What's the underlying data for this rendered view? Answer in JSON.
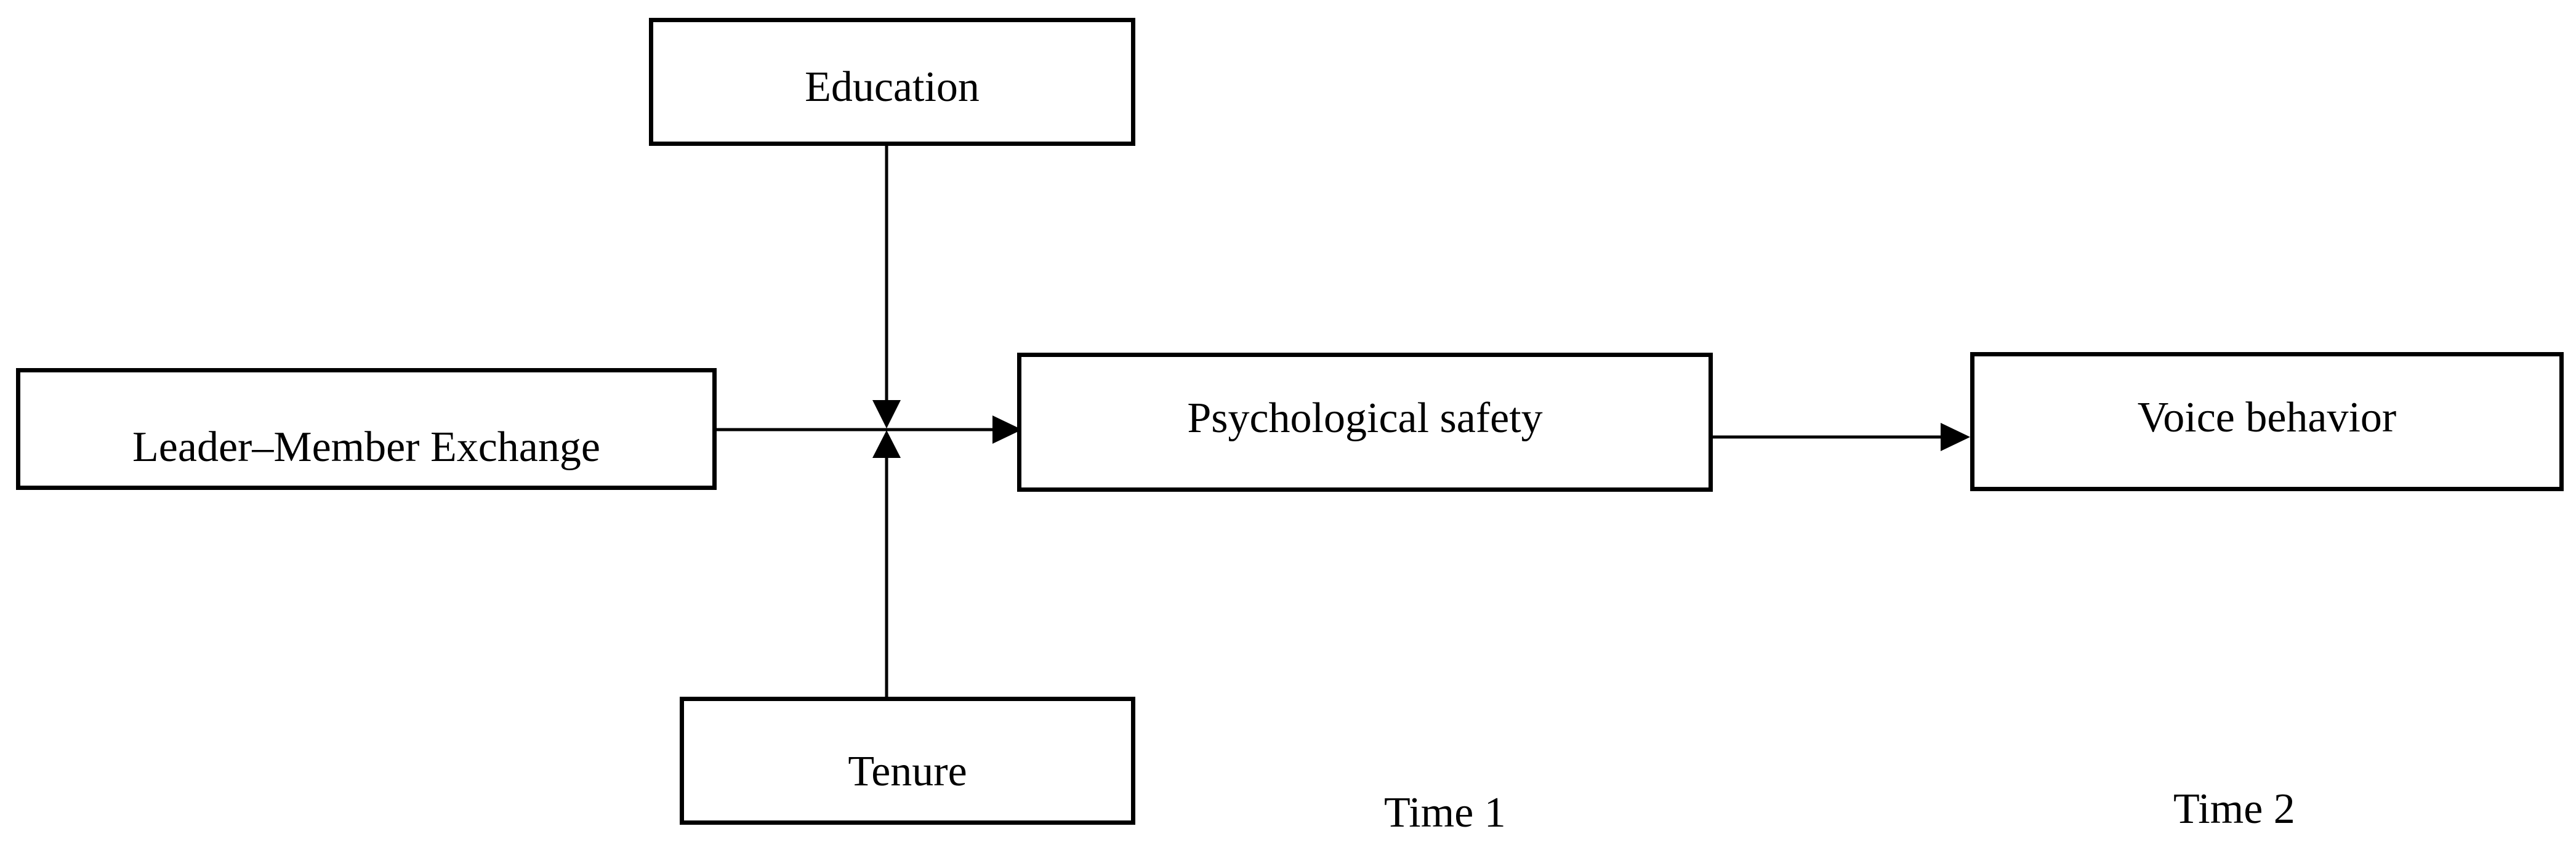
{
  "diagram": {
    "nodes": {
      "education": "Education",
      "leader_member_exchange": "Leader–Member Exchange",
      "psychological_safety": "Psychological safety",
      "voice_behavior": "Voice behavior",
      "tenure": "Tenure"
    },
    "time_labels": {
      "time1": "Time 1",
      "time2": "Time 2"
    },
    "edges": [
      {
        "from": "Leader–Member Exchange",
        "to": "Psychological safety"
      },
      {
        "from": "Education",
        "to": "Leader–Member Exchange → Psychological safety path",
        "type": "moderation"
      },
      {
        "from": "Tenure",
        "to": "Leader–Member Exchange → Psychological safety path",
        "type": "moderation"
      },
      {
        "from": "Psychological safety",
        "to": "Voice behavior"
      }
    ],
    "colors": {
      "stroke": "#000000",
      "background": "#ffffff"
    }
  }
}
